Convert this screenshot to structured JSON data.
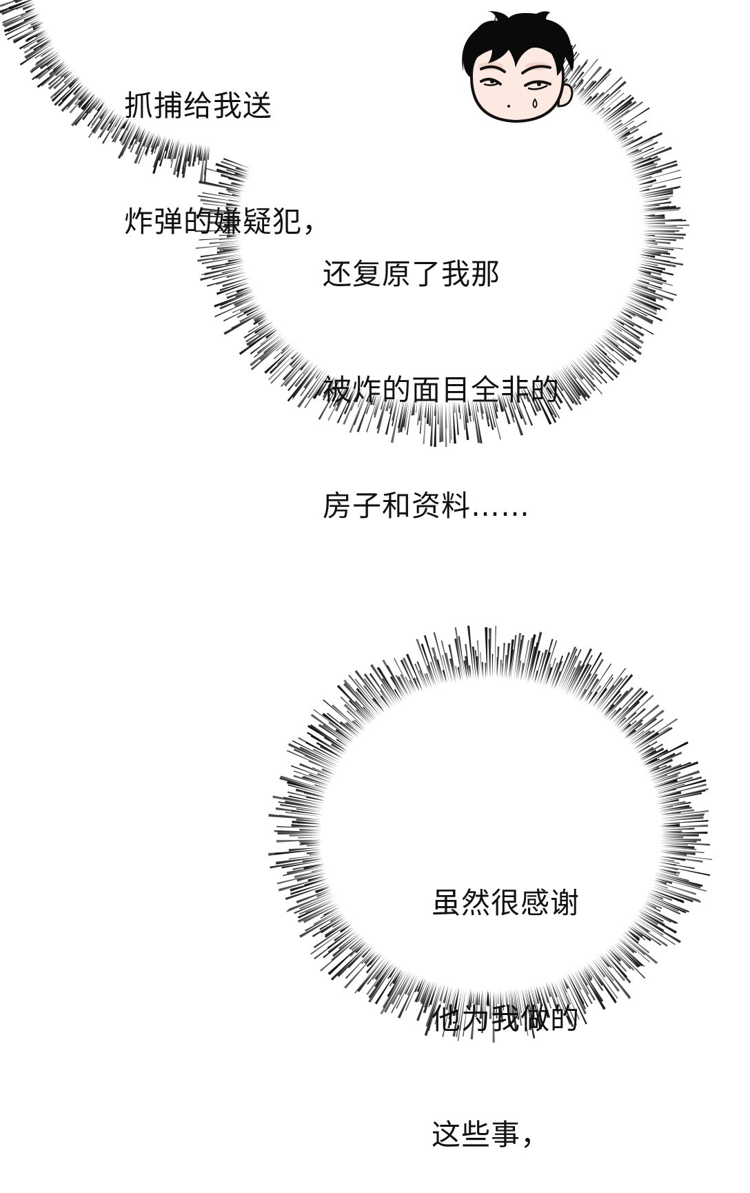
{
  "page": {
    "type": "webtoon-panel",
    "background_color": "#ffffff",
    "ink_color": "#111111"
  },
  "bubbles": [
    {
      "id": "thought-bubble-1",
      "style": "emanata-burst",
      "lines": [
        "抓捕给我送",
        "炸弹的嫌疑犯，"
      ]
    },
    {
      "id": "thought-bubble-2",
      "style": "emanata-burst",
      "lines": [
        "还复原了我那",
        "被炸的面目全非的",
        "房子和资料……"
      ]
    },
    {
      "id": "thought-bubble-3",
      "style": "emanata-burst",
      "lines": [
        "虽然很感谢",
        "他为我做的",
        "这些事，"
      ]
    }
  ],
  "characters": [
    {
      "id": "chibi-man",
      "description": "chibi head of dark-haired man with annoyed, squinting expression and sweat drop",
      "hair_color": "#0a0a0a",
      "skin_color": "#fbe9e2",
      "blush_color": "#f2cfc6"
    }
  ]
}
